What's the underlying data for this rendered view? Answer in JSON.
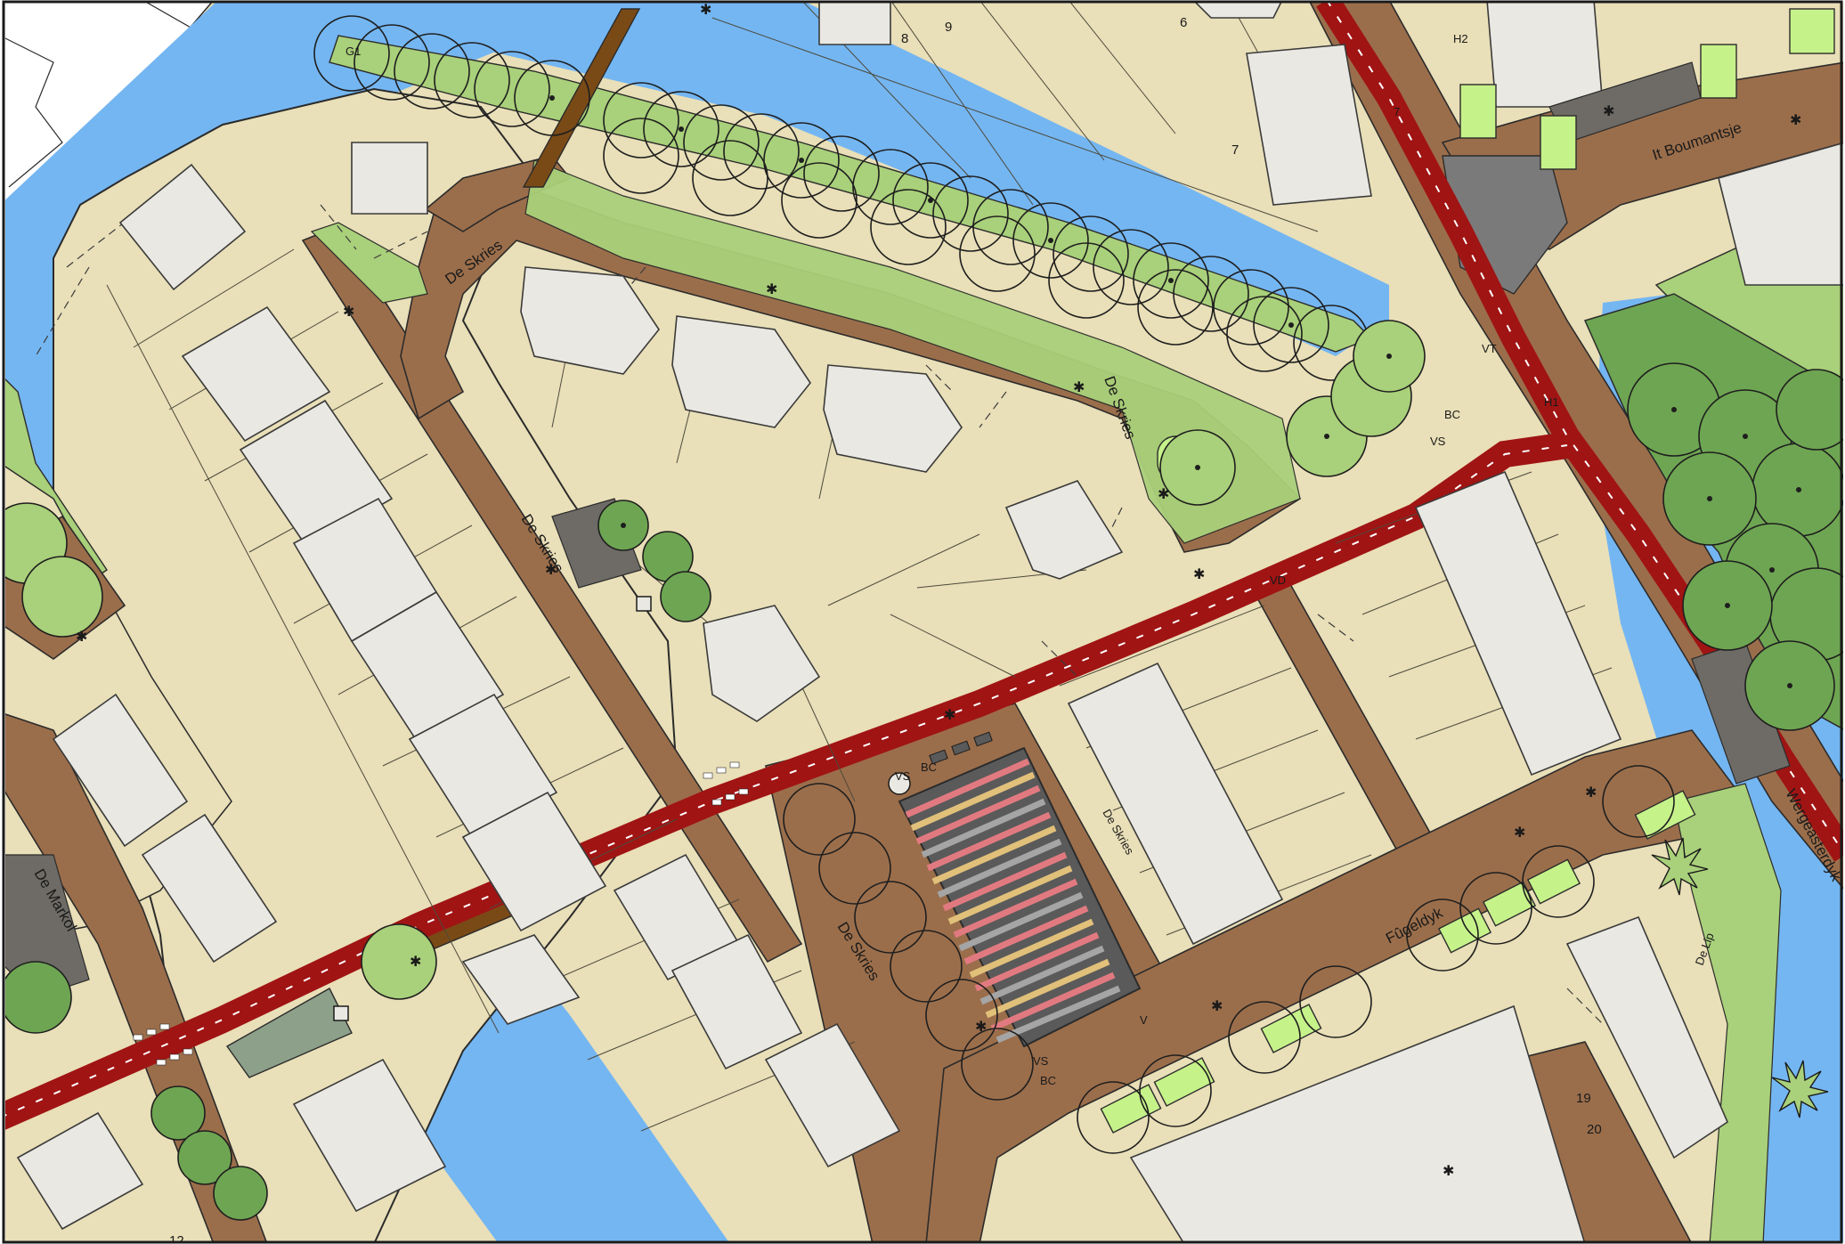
{
  "colors": {
    "water": "#74b6f2",
    "ground": "#e9dfb8",
    "road": "#9b6e4b",
    "cycle_path": "#a01414",
    "grass": "#a9d07a",
    "planter": "#c6f28a",
    "building": "#e9e8e2",
    "bridge": "#7a4a16",
    "tree_fill_dark": "#6ea552",
    "parking": "#6e6b66"
  },
  "street_labels": {
    "de_skries_1": "De Skries",
    "de_skries_2": "De Skries",
    "de_skries_3": "De Skries",
    "de_skries_4": "De Skries",
    "de_skries_5": "De Skries",
    "de_markol": "De Markol",
    "it_boumantsje": "It Boumantsje",
    "fugeldyk": "Fûgeldyk",
    "wergeasterdyk": "Wergeasterdyk",
    "de_lip": "De Lip"
  },
  "plot_numbers": {
    "n6": "6",
    "n7": "7",
    "n8": "8",
    "n9": "9",
    "n12": "12",
    "n19": "19",
    "n20": "20",
    "n7b": "7"
  },
  "symbol_labels": {
    "g1": "G1",
    "h1": "H1",
    "h2": "H2",
    "bc1": "BC",
    "vs1": "VS",
    "vs2": "VS",
    "bc2": "BC",
    "vs3": "VS",
    "bc3": "BC",
    "vd": "VD",
    "v1": "V",
    "vt": "VT"
  },
  "icons": {
    "tree": "tree-canopy-icon",
    "star": "lamp-post-icon",
    "palm": "palm-tree-icon",
    "bin": "waste-container-icon"
  }
}
